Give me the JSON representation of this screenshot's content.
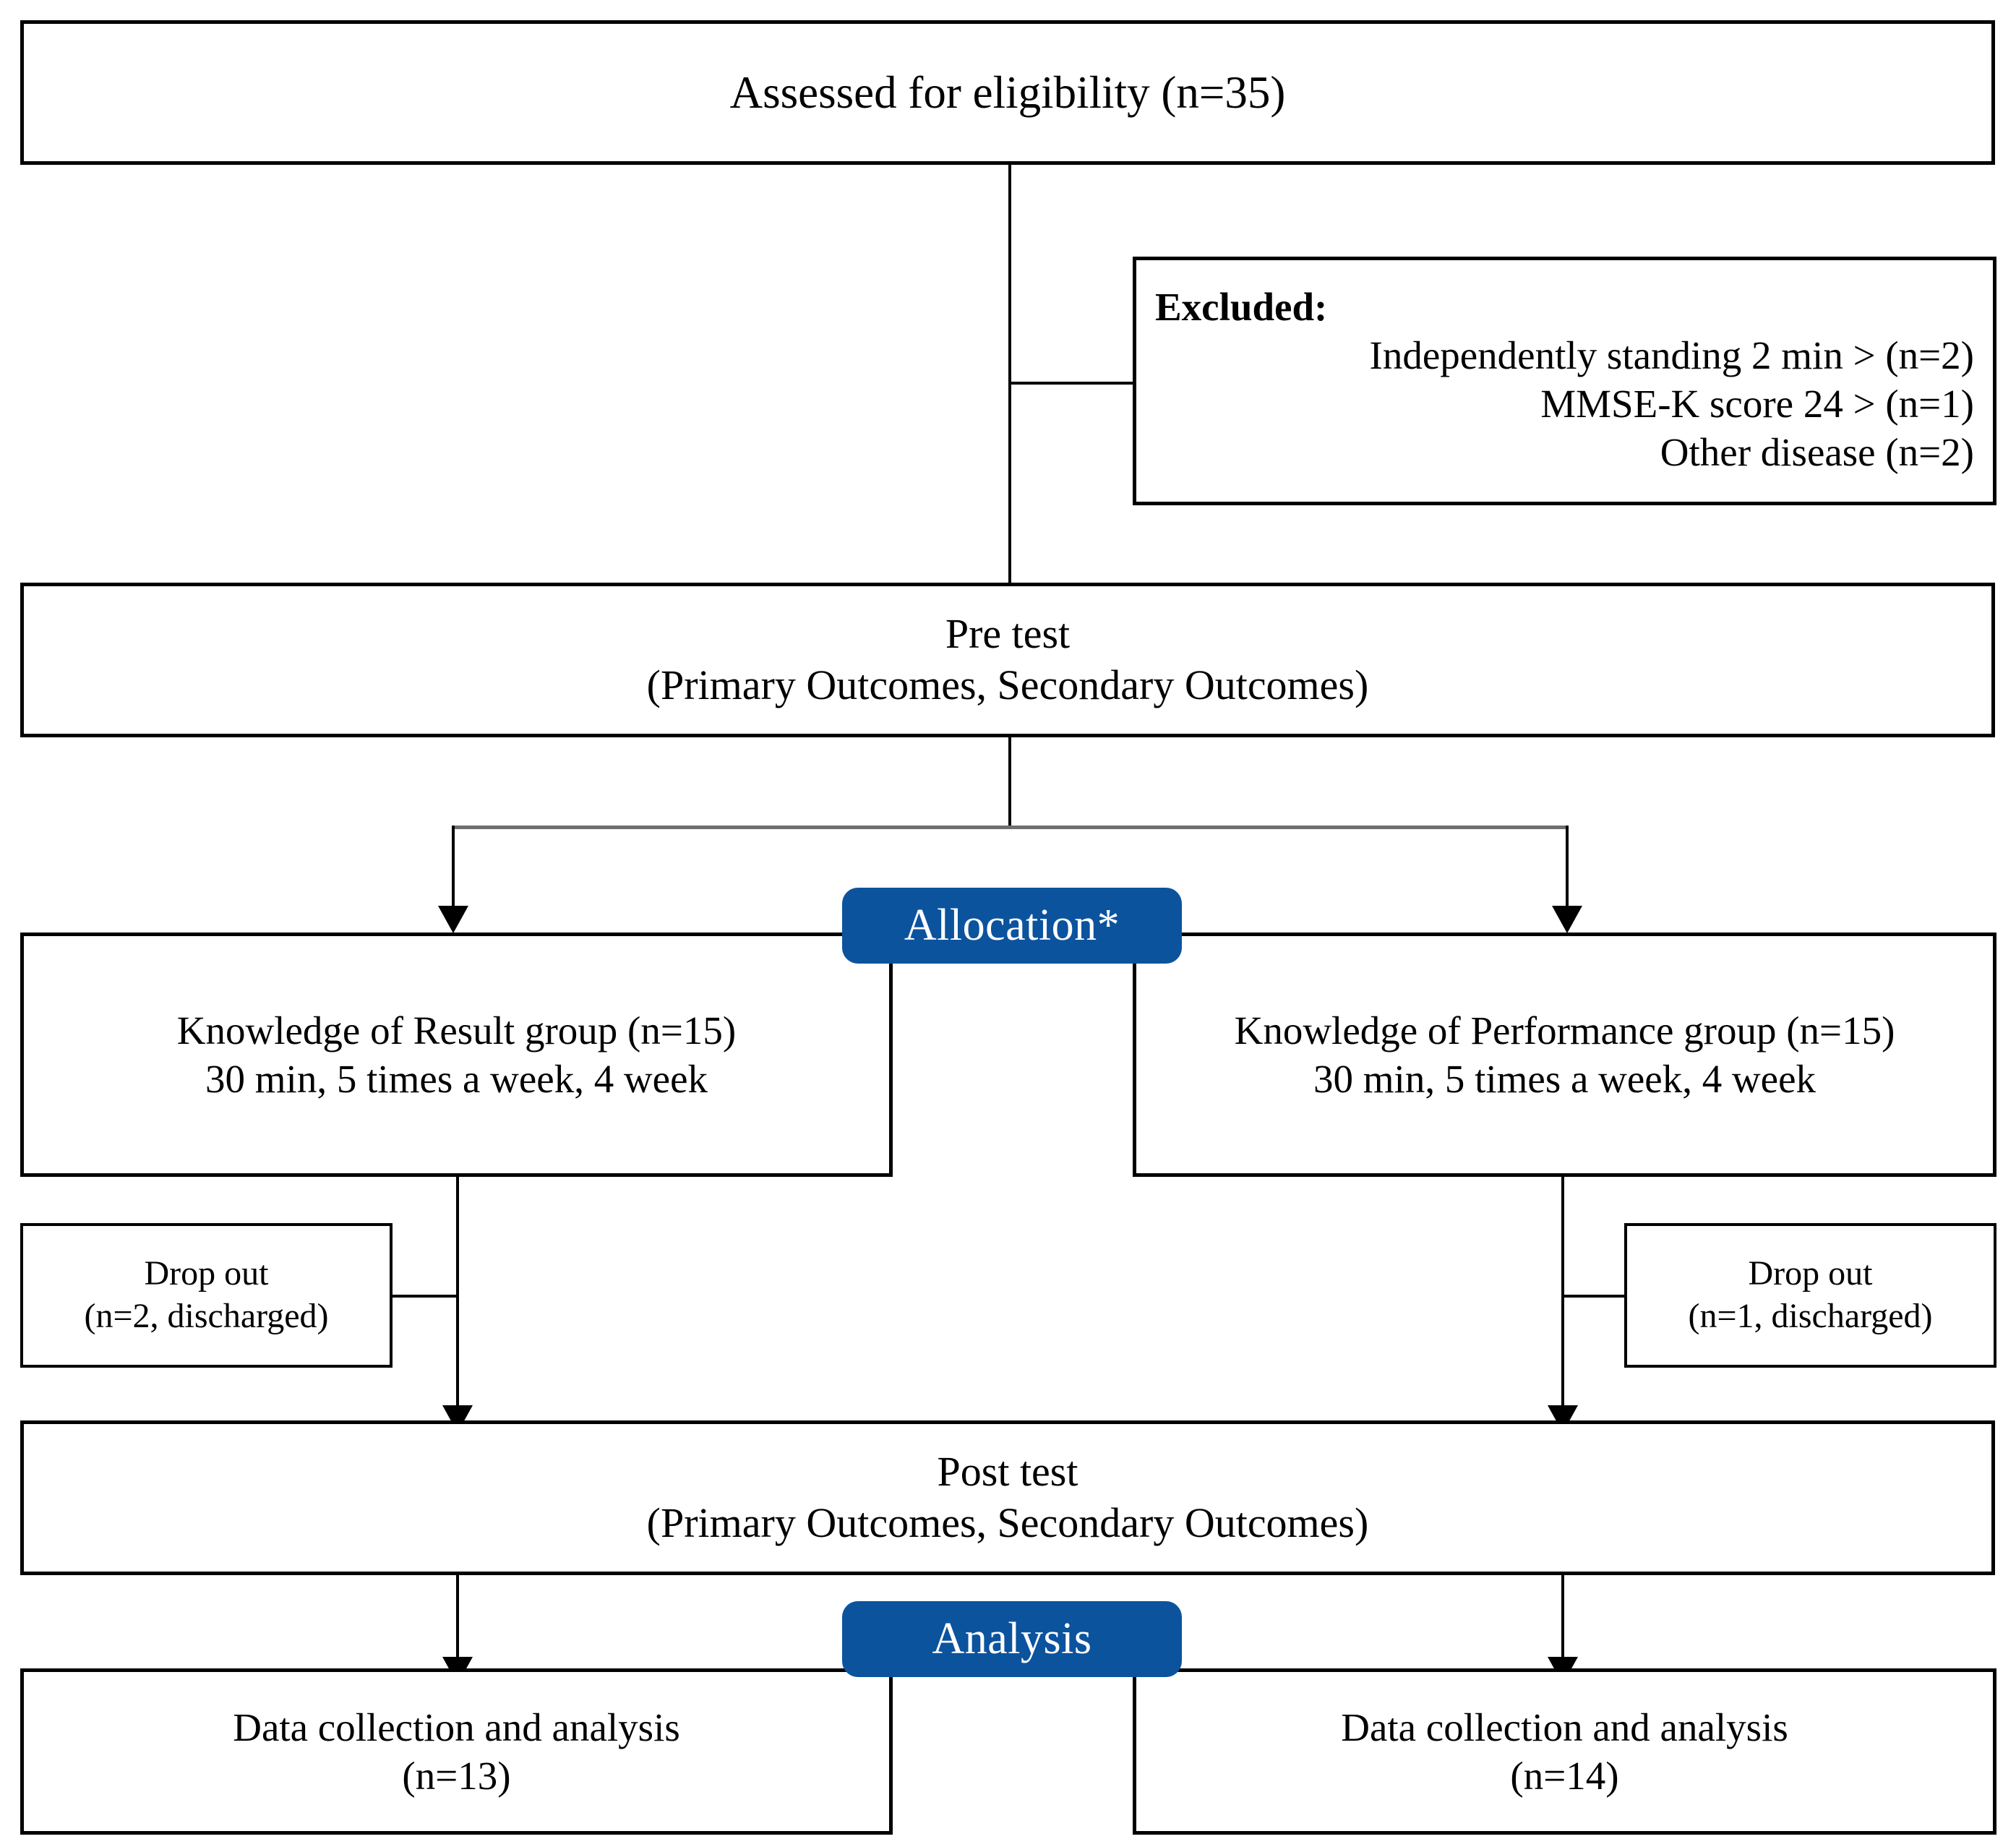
{
  "diagram": {
    "title": "CONSORT participant flow diagram",
    "accent_blue": "#0C539E",
    "line_color": "#000000",
    "background": "#ffffff"
  },
  "nodes": {
    "eligibility": {
      "line1": "Assessed for eligibility (n=35)"
    },
    "excluded": {
      "header": "Excluded:",
      "line1": "Independently standing 2 min > (n=2)",
      "line2": "MMSE-K score 24 > (n=1)",
      "line3": "Other disease (n=2)"
    },
    "pretest": {
      "line1": "Pre test",
      "line2": "(Primary Outcomes, Secondary Outcomes)"
    },
    "group_left": {
      "line1": "Knowledge of Result group (n=15)",
      "line2": "30 min, 5 times a week, 4 week"
    },
    "group_right": {
      "line1": "Knowledge of Performance group (n=15)",
      "line2": "30 min, 5 times a week, 4 week"
    },
    "dropout_left": {
      "line1": "Drop out",
      "line2": "(n=2, discharged)"
    },
    "dropout_right": {
      "line1": "Drop out",
      "line2": "(n=1, discharged)"
    },
    "posttest": {
      "line1": "Post test",
      "line2": "(Primary Outcomes, Secondary Outcomes)"
    },
    "analysis_left": {
      "line1": "Data collection and analysis",
      "line2": "(n=13)"
    },
    "analysis_right": {
      "line1": "Data collection and analysis",
      "line2": "(n=14)"
    }
  },
  "badges": {
    "allocation": "Allocation*",
    "analysis": "Analysis"
  }
}
